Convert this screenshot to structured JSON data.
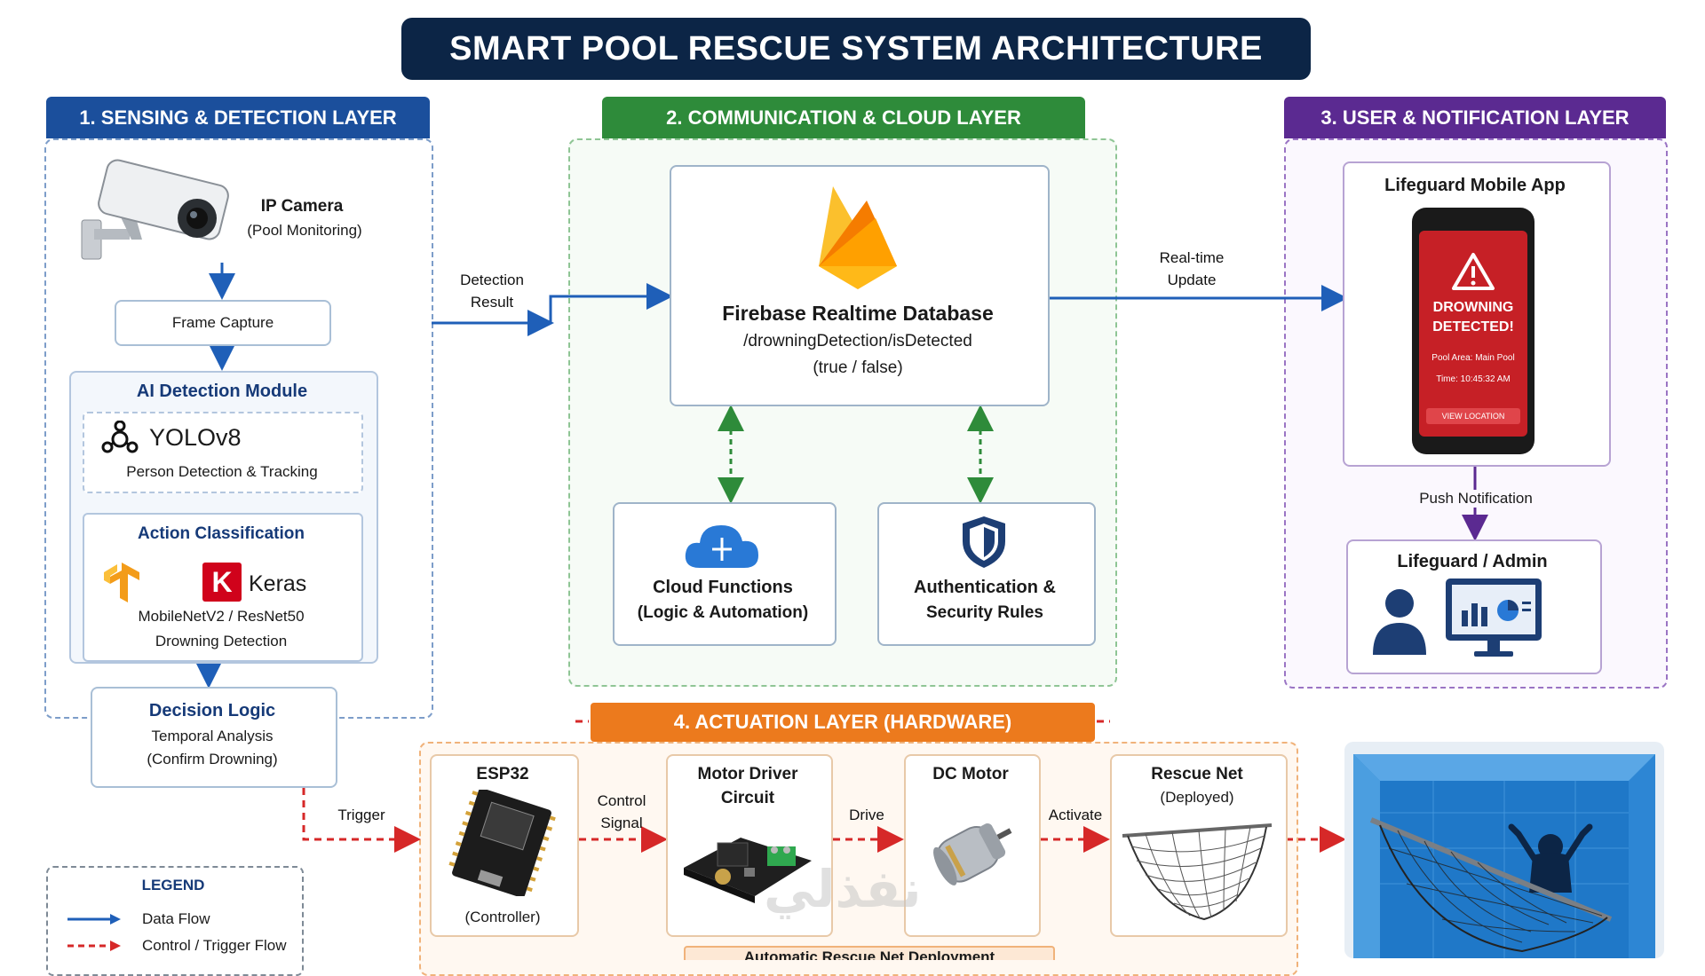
{
  "title": "SMART POOL RESCUE SYSTEM ARCHITECTURE",
  "layers": {
    "sensing": {
      "header": "1. SENSING & DETECTION LAYER",
      "camera_title": "IP Camera",
      "camera_sub": "(Pool Monitoring)",
      "frame_capture": "Frame Capture",
      "ai_module": "AI Detection Module",
      "yolo_name": "YOLOv8",
      "yolo_sub": "Person Detection & Tracking",
      "action_title": "Action Classification",
      "keras_name": "Keras",
      "models": "MobileNetV2 / ResNet50",
      "drowning_detection": "Drowning Detection",
      "decision_title": "Decision Logic",
      "decision_sub1": "Temporal Analysis",
      "decision_sub2": "(Confirm Drowning)"
    },
    "communication": {
      "header": "2. COMMUNICATION & CLOUD LAYER",
      "firebase_title": "Firebase Realtime Database",
      "firebase_path": "/drowningDetection/isDetected",
      "firebase_values": "(true / false)",
      "cloud_functions_title": "Cloud Functions",
      "cloud_functions_sub": "(Logic & Automation)",
      "auth_title": "Authentication &",
      "auth_sub": "Security Rules"
    },
    "user": {
      "header": "3. USER & NOTIFICATION LAYER",
      "app_title": "Lifeguard Mobile App",
      "phone_alert1": "DROWNING",
      "phone_alert2": "DETECTED!",
      "phone_area": "Pool Area: Main Pool",
      "phone_time": "Time: 10:45:32 AM",
      "phone_button": "VIEW LOCATION",
      "push_label": "Push Notification",
      "admin_title": "Lifeguard / Admin"
    },
    "actuation": {
      "header": "4. ACTUATION LAYER (HARDWARE)",
      "esp32_title": "ESP32",
      "esp32_sub": "(Controller)",
      "motor_driver_title1": "Motor Driver",
      "motor_driver_title2": "Circuit",
      "dc_motor_title": "DC Motor",
      "rescue_net_title": "Rescue Net",
      "rescue_net_sub": "(Deployed)",
      "footer": "Automatic Rescue Net Deployment"
    }
  },
  "flows": {
    "detection_result1": "Detection",
    "detection_result2": "Result",
    "realtime1": "Real-time",
    "realtime2": "Update",
    "trigger": "Trigger",
    "control_signal1": "Control",
    "control_signal2": "Signal",
    "drive": "Drive",
    "activate": "Activate"
  },
  "legend": {
    "title": "LEGEND",
    "data_flow": "Data Flow",
    "control_flow": "Control / Trigger Flow"
  },
  "watermark": "نفذلي",
  "colors": {
    "title_bg": "#0c2546",
    "sensing": "#1b4f9c",
    "communication": "#2e8b3a",
    "user": "#5b2a91",
    "actuation": "#ec7a1d",
    "data_flow": "#1f5fb8",
    "control_flow": "#d62828"
  }
}
